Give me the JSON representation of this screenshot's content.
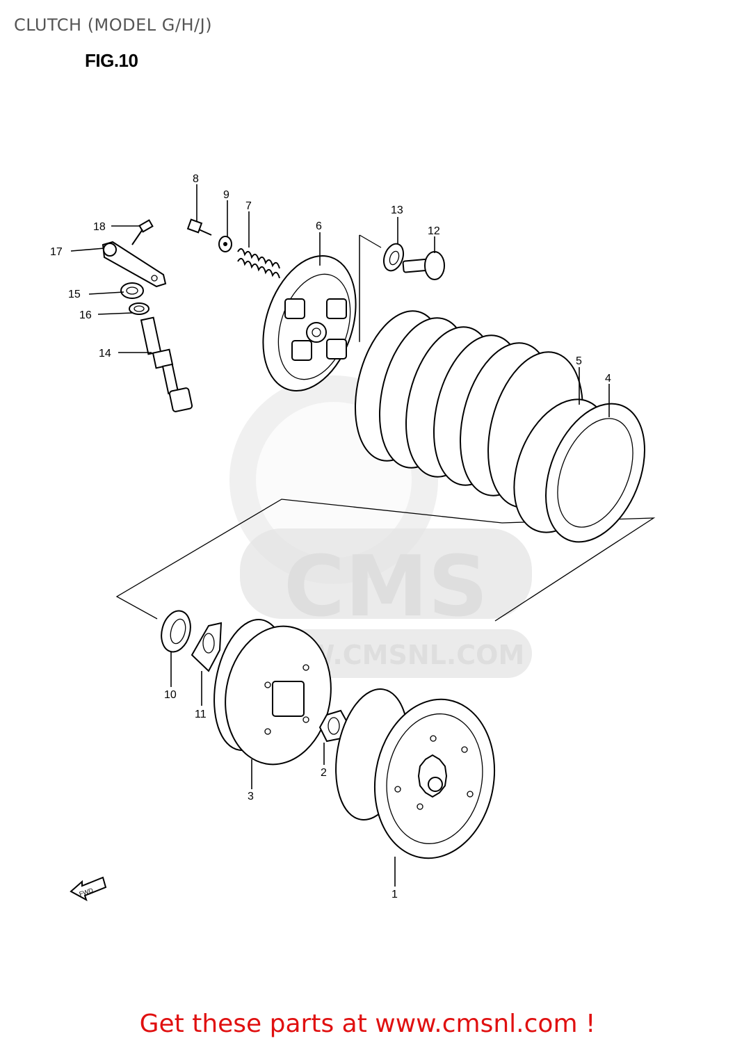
{
  "header": {
    "title": "CLUTCH (MODEL G/H/J)",
    "figure": "FIG.10"
  },
  "watermark": {
    "logo_text": "CMS",
    "url_text": "WWW.CMSNL.COM",
    "color": "#e2e2e2"
  },
  "direction_marker": {
    "label": "FWD",
    "icon": "fwd-arrow-icon"
  },
  "callouts": {
    "c1": "1",
    "c2": "2",
    "c3": "3",
    "c4": "4",
    "c5": "5",
    "c6": "6",
    "c7": "7",
    "c8": "8",
    "c9": "9",
    "c10": "10",
    "c11": "11",
    "c12": "12",
    "c13": "13",
    "c14": "14",
    "c15": "15",
    "c16": "16",
    "c17": "17",
    "c18": "18"
  },
  "footer": {
    "link_text": "Get these parts at www.cmsnl.com !",
    "color": "#e01010"
  }
}
